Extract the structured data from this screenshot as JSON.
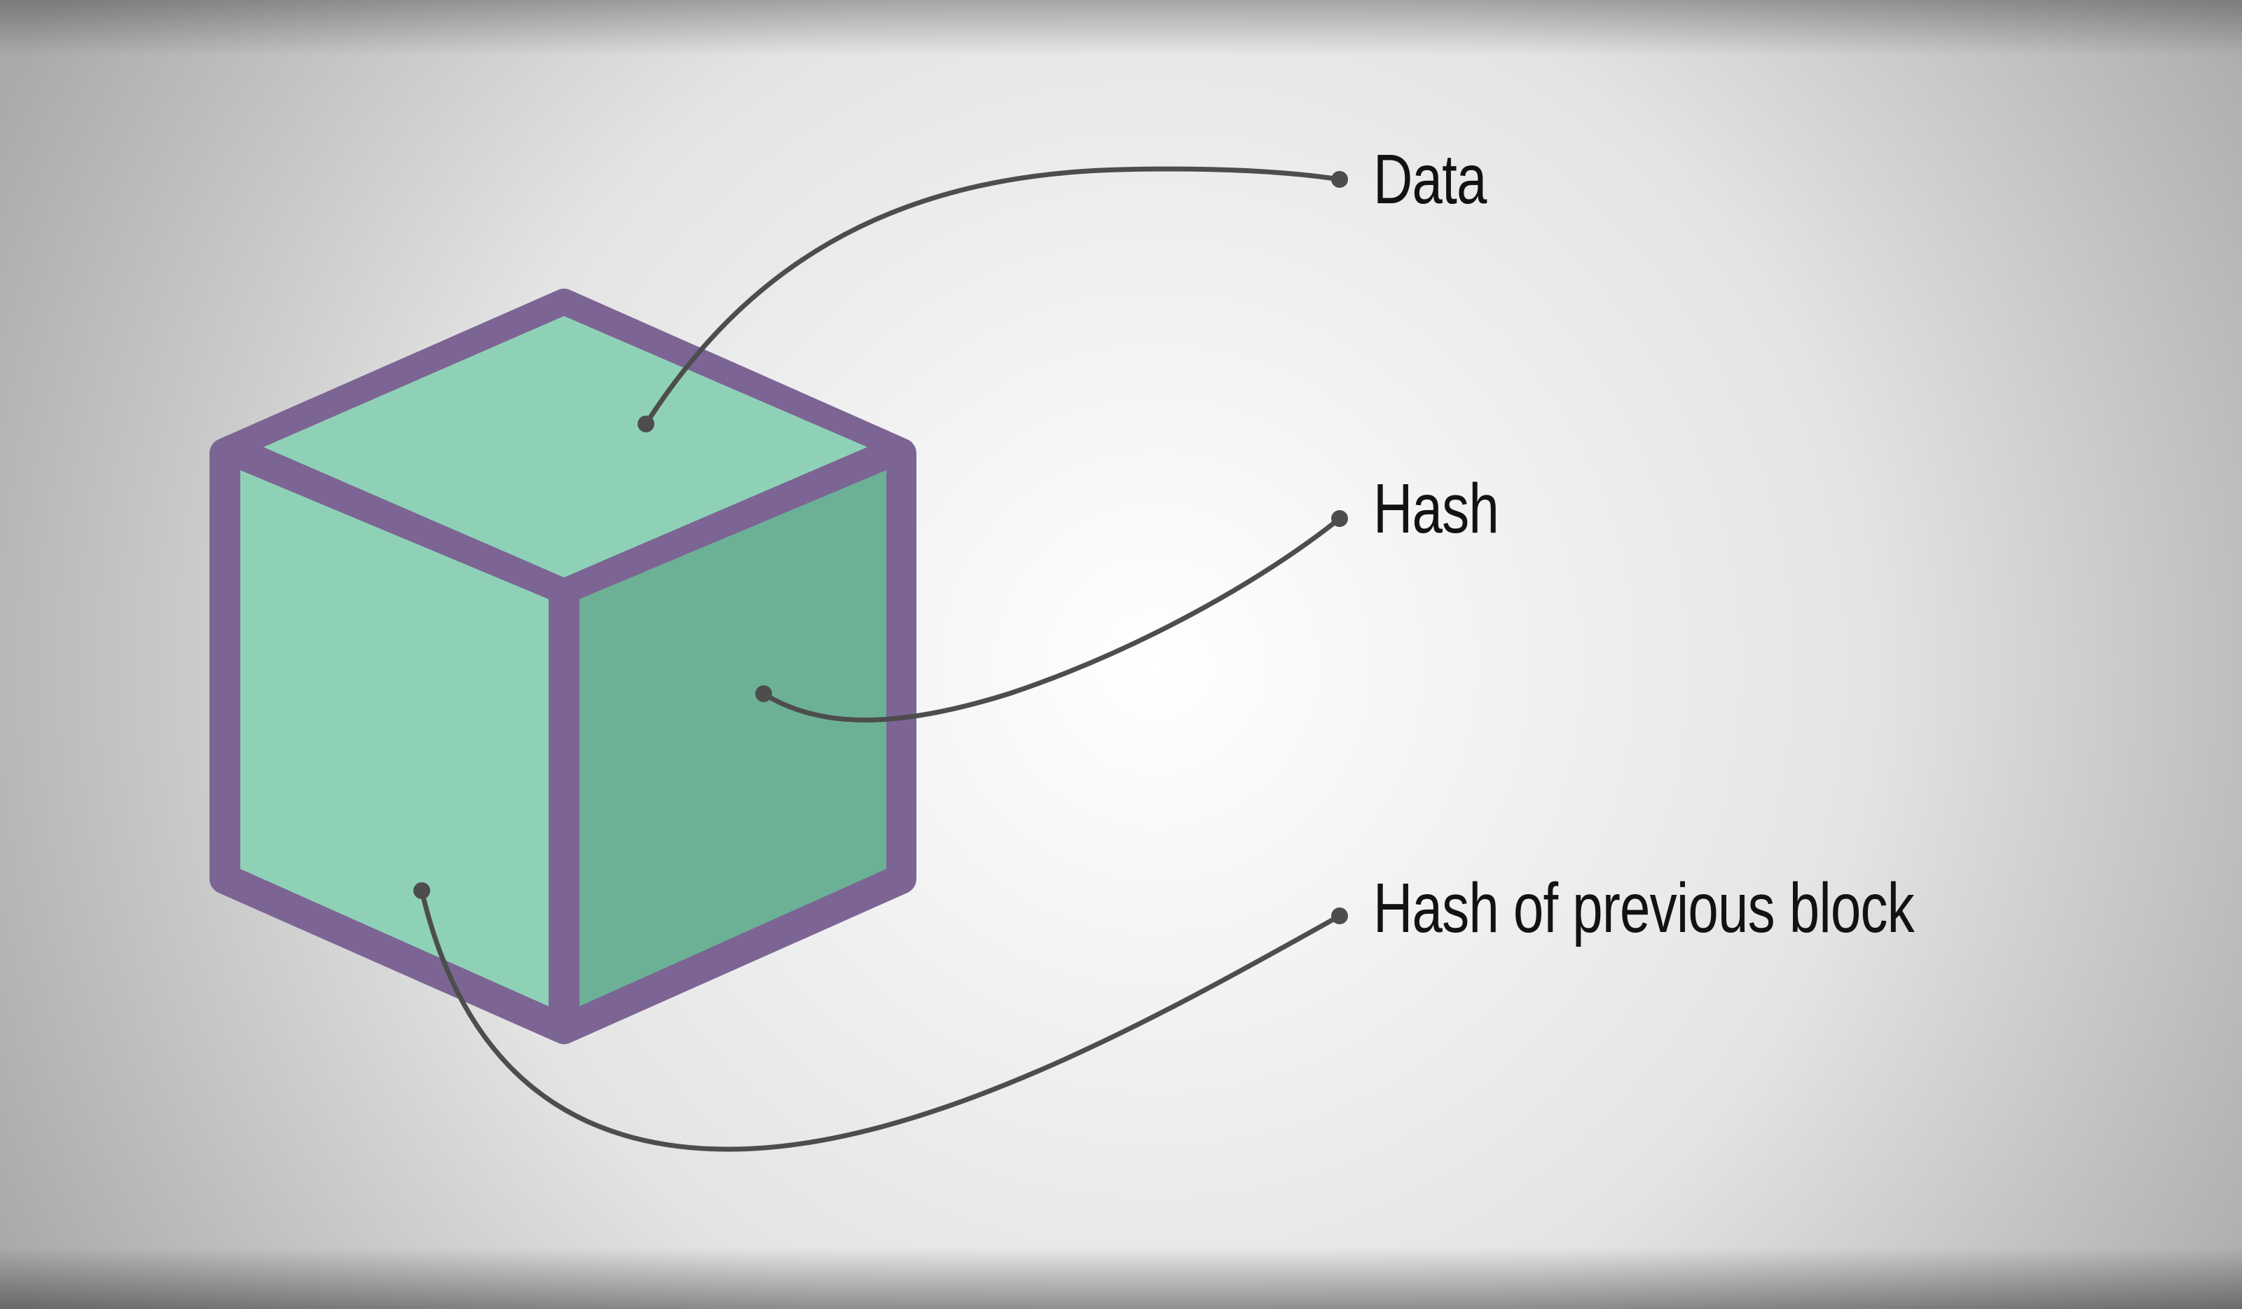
{
  "diagram": {
    "labels": {
      "data": "Data",
      "hash": "Hash",
      "previous_hash": "Hash of previous block"
    }
  },
  "colors": {
    "background_center": "#ffffff",
    "background_mid": "#e4e4e4",
    "background_edge": "#a9a9a9",
    "cube_outline": "#7c6594",
    "cube_top_face": "#8fd1b7",
    "cube_left_face": "#8fd1b7",
    "cube_right_face": "#6cb196",
    "connector": "#4d4d4d",
    "label_text": "#121212"
  },
  "icons": {
    "block": "cube-icon"
  }
}
